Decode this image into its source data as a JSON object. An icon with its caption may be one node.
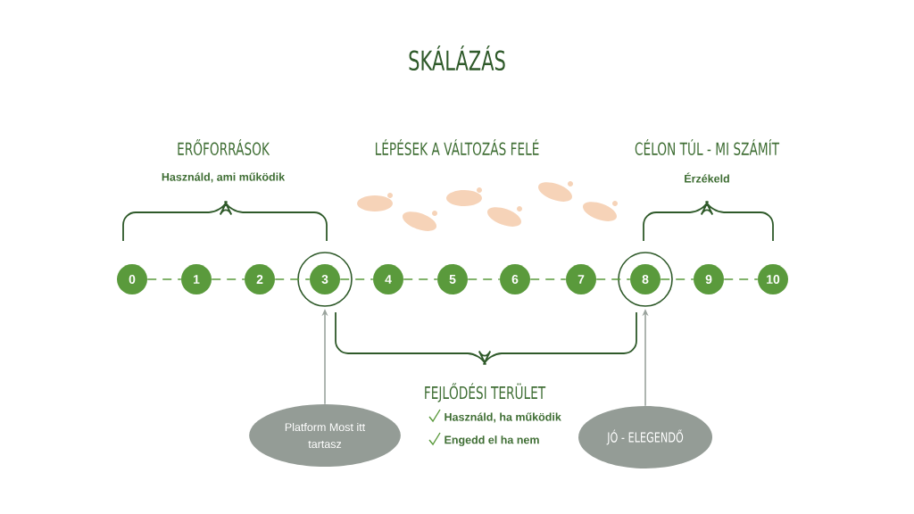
{
  "diagram": {
    "title": "SKÁLÁZÁS",
    "nodes": [
      {
        "text": [
          "0"
        ]
      },
      {
        "text": [
          "1"
        ]
      },
      {
        "text": [
          "2"
        ]
      },
      {
        "text": [
          "3"
        ]
      },
      {
        "text": [
          "4"
        ]
      },
      {
        "text": [
          "5"
        ]
      },
      {
        "text": [
          "6"
        ]
      },
      {
        "text": [
          "7"
        ]
      },
      {
        "text": [
          "8"
        ]
      },
      {
        "text": [
          "9"
        ]
      },
      {
        "text": [
          "10"
        ]
      },
      {
        "text": [
          "Platform Most itt tartasz"
        ]
      },
      {
        "text": [
          "JÓ - ELEGENDŐ"
        ]
      }
    ],
    "edges": [
      {
        "from": 0,
        "to": 1,
        "arrow": "none",
        "style": "dashed"
      },
      {
        "from": 1,
        "to": 2,
        "arrow": "none",
        "style": "dashed"
      },
      {
        "from": 2,
        "to": 3,
        "arrow": "none",
        "style": "dashed"
      },
      {
        "from": 3,
        "to": 4,
        "arrow": "none",
        "style": "dashed"
      },
      {
        "from": 4,
        "to": 5,
        "arrow": "none",
        "style": "dashed"
      },
      {
        "from": 5,
        "to": 6,
        "arrow": "none",
        "style": "dashed"
      },
      {
        "from": 6,
        "to": 7,
        "arrow": "none",
        "style": "dashed"
      },
      {
        "from": 7,
        "to": 8,
        "arrow": "none",
        "style": "dashed"
      },
      {
        "from": 8,
        "to": 9,
        "arrow": "none",
        "style": "dashed"
      },
      {
        "from": 9,
        "to": 10,
        "arrow": "none",
        "style": "dashed"
      },
      {
        "from": 11,
        "to": 3,
        "arrow": "to",
        "color": "#9aa39d"
      },
      {
        "from": 12,
        "to": 8,
        "arrow": "to",
        "color": "#9aa39d"
      }
    ],
    "labels": [
      "ERŐFORRÁSOK",
      "Használd, ami működik",
      "LÉPÉSEK A VÁLTOZÁS FELÉ",
      "CÉLON TÚL - MI SZÁMÍT",
      "Érzékeld",
      "FEJLŐDÉSI TERÜLET",
      "Használd, ha működik",
      "Engedd el ha nem"
    ]
  }
}
